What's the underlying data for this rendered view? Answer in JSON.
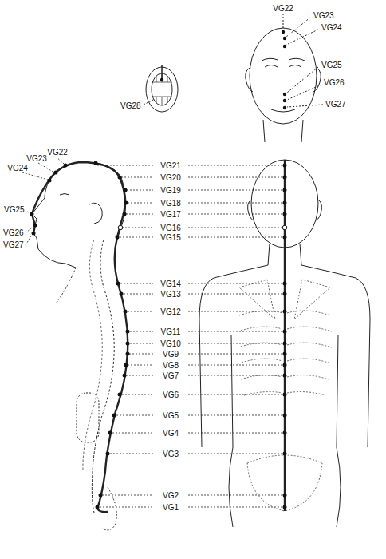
{
  "diagram": {
    "labels": [
      "VG22",
      "VG23",
      "VG24",
      "VG25",
      "VG26",
      "VG27",
      "VG28",
      "VG22",
      "VG23",
      "VG24",
      "VG25",
      "VG26",
      "VG27",
      "VG21",
      "VG20",
      "VG19",
      "VG18",
      "VG17",
      "VG16",
      "VG15",
      "VG14",
      "VG13",
      "VG12",
      "VG11",
      "VG10",
      "VG9",
      "VG8",
      "VG7",
      "VG6",
      "VG5",
      "VG4",
      "VG3",
      "VG2",
      "VG1"
    ]
  }
}
